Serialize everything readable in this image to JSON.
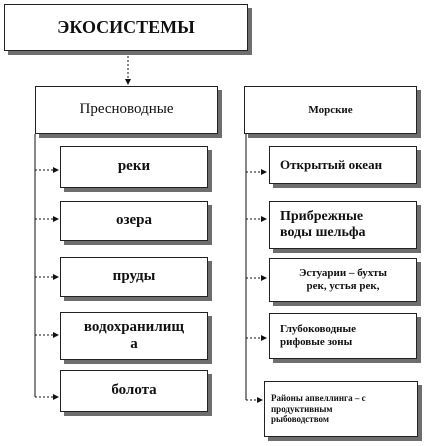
{
  "root": {
    "label": "ЭКОСИСТЕМЫ"
  },
  "freshwater": {
    "label": "Пресноводные",
    "items": [
      {
        "label": "реки"
      },
      {
        "label": "озера"
      },
      {
        "label": "пруды"
      },
      {
        "label": "водохранилищ\nа"
      },
      {
        "label": "болота"
      }
    ]
  },
  "marine": {
    "label": "Морские",
    "items": [
      {
        "label": "Открытый океан"
      },
      {
        "label": "Прибрежные\nводы шельфа"
      },
      {
        "label": "Эстуарии – бухты\nрек, устья рек,"
      },
      {
        "label": "Глубоководные\nрифовые зоны"
      },
      {
        "label": "Районы апвеллинга – с\nпродуктивным\nрыбоводством"
      }
    ]
  }
}
